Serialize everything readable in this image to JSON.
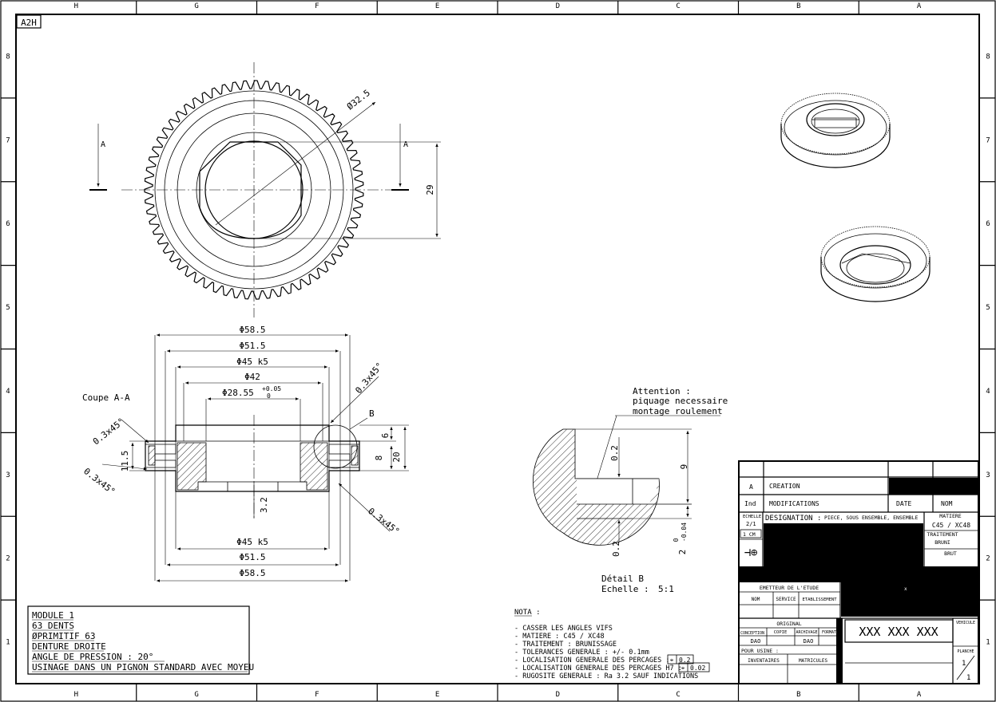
{
  "sheet": {
    "format": "A2H",
    "col_letters": [
      "H",
      "G",
      "F",
      "E",
      "D",
      "C",
      "B",
      "A"
    ],
    "row_numbers": [
      "8",
      "7",
      "6",
      "5",
      "4",
      "3",
      "2",
      "1"
    ]
  },
  "front_view": {
    "diameter": "Ø32.5",
    "height_dim": "29",
    "section_mark": "A"
  },
  "section": {
    "title": "Coupe A-A",
    "dims_top": [
      "Φ58.5",
      "Φ51.5",
      "Φ45 k5",
      "Φ42",
      "Φ28.55"
    ],
    "tol_upper": "+0.05",
    "tol_lower": "0",
    "dims_bottom": [
      "Φ45 k5",
      "Φ51.5",
      "Φ58.5"
    ],
    "chamfer": "0.3x45°",
    "right_dims": [
      "6",
      "8",
      "20"
    ],
    "left_dim": "11.5",
    "center_dim": "3.2",
    "detail_ref": "B"
  },
  "detail": {
    "attention": [
      "Attention :",
      "piquage necessaire",
      "montage roulement"
    ],
    "dims": [
      "0.2",
      "9",
      "0.2"
    ],
    "tol_main": "2",
    "tol_up": "0",
    "tol_low": "-0.04",
    "title": "Détail B",
    "scale_label": "Echelle :",
    "scale_value": "5:1"
  },
  "gear_info": [
    "MODULE 1",
    "63 DENTS",
    "ØPRIMITIF 63",
    "DENTURE DROITE",
    "ANGLE DE PRESSION : 20°",
    "USINAGE DANS UN PIGNON STANDARD AVEC MOYEU"
  ],
  "nota": {
    "title": "NOTA :",
    "lines": [
      "- CASSER LES ANGLES VIFS",
      "- MATIERE : C45 / XC48",
      "- TRAITEMENT : BRUNISSAGE",
      "- TOLERANCES GENERALE : +/- 0.1mm",
      "- LOCALISATION GENERALE DES PERCAGES :",
      "- LOCALISATION GENERALE DES PERCAGES H7 :",
      "- RUGOSITE GENERALE : Ra 3.2 SAUF INDICATIONS"
    ],
    "tol1": "0.2",
    "tol2": "0.02"
  },
  "title_block": {
    "rev_a": "A",
    "creation": "CREATION",
    "ind": "Ind",
    "modifications": "MODIFICATIONS",
    "date": "DATE",
    "nom": "NOM",
    "echelle_label": "ECHELLE",
    "echelle_value": "2/1",
    "unit": "1 CM",
    "designation": "DESIGNATION :",
    "designation_sub": "PIECE, SOUS ENSEMBLE, ENSEMBLE",
    "matiere_label": "MATIERE",
    "matiere_value": "C45 / XC48",
    "traitement_label": "TRAITEMENT",
    "traitement_value": "BRUNI",
    "brut": "BRUT",
    "emetteur": "EMETTEUR DE L'ETUDE",
    "col_nom": "NOM",
    "col_service": "SERVICE",
    "col_etab": "ETABLISSEMENT",
    "original": "ORIGINAL",
    "conception": "CONCEPTION",
    "copie": "COPIE",
    "archivage": "ARCHIVAGE",
    "format": "FORMAT",
    "dao1": "DAO",
    "dao2": "DAO",
    "pour_usine": "POUR USINE :",
    "inventaires": "INVENTAIRES",
    "matricules": "MATRICULES",
    "part_number": "XXX XXX XXX",
    "vehicule": "VEHICULE",
    "planche": "PLANCHE",
    "sheet_num": "1",
    "sheet_total": "1",
    "mark_x": "x"
  }
}
